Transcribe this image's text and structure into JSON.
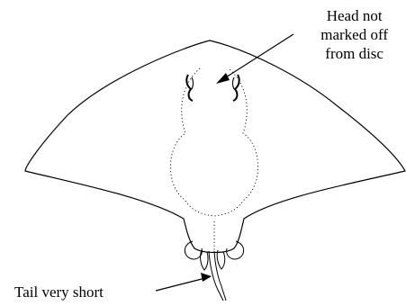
{
  "annotations": {
    "head": {
      "lines": [
        "Head not",
        "marked off",
        "from disc"
      ]
    },
    "tail": {
      "text": "Tail very short"
    }
  },
  "colors": {
    "ink": "#000000",
    "background": "#ffffff"
  }
}
